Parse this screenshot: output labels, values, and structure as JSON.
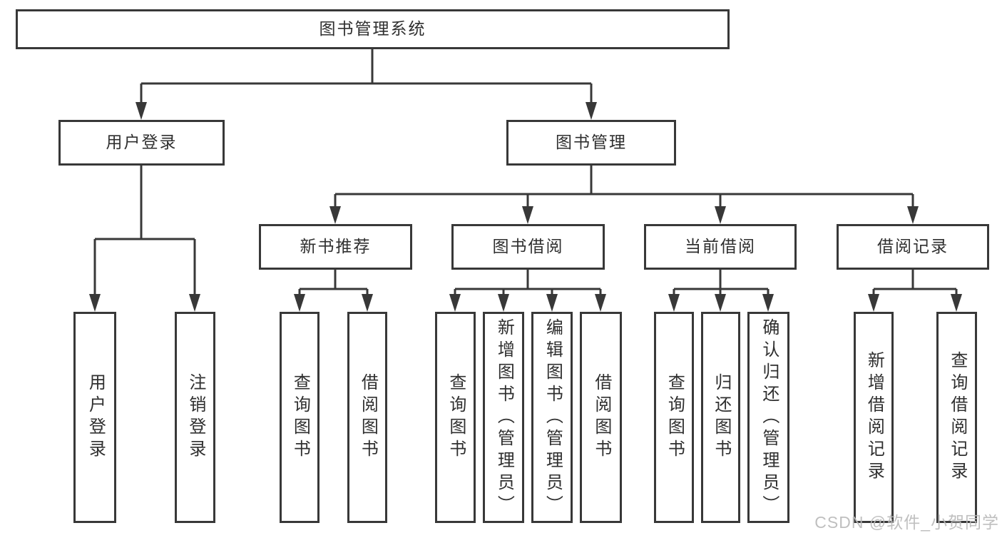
{
  "diagram": {
    "type": "hierarchy-flowchart",
    "tree": {
      "label": "图书管理系统",
      "children": [
        {
          "label": "用户登录",
          "children": [
            {
              "label": "用户登录"
            },
            {
              "label": "注销登录"
            }
          ]
        },
        {
          "label": "图书管理",
          "children": [
            {
              "label": "新书推荐",
              "children": [
                {
                  "label": "查询图书"
                },
                {
                  "label": "借阅图书"
                }
              ]
            },
            {
              "label": "图书借阅",
              "children": [
                {
                  "label": "查询图书"
                },
                {
                  "label": "新增图书（管理员）"
                },
                {
                  "label": "编辑图书（管理员）"
                },
                {
                  "label": "借阅图书"
                }
              ]
            },
            {
              "label": "当前借阅",
              "children": [
                {
                  "label": "查询图书"
                },
                {
                  "label": "归还图书"
                },
                {
                  "label": "确认归还（管理员）"
                }
              ]
            },
            {
              "label": "借阅记录",
              "children": [
                {
                  "label": "新增借阅记录"
                },
                {
                  "label": "查询借阅记录"
                }
              ]
            }
          ]
        }
      ]
    }
  },
  "watermark": {
    "text": "CSDN @软件_小贺同学"
  },
  "colors": {
    "line": "#383838",
    "box_border": "#383838",
    "text": "#2f2f2f",
    "watermark": "#b9b9b9",
    "background": "#ffffff"
  }
}
